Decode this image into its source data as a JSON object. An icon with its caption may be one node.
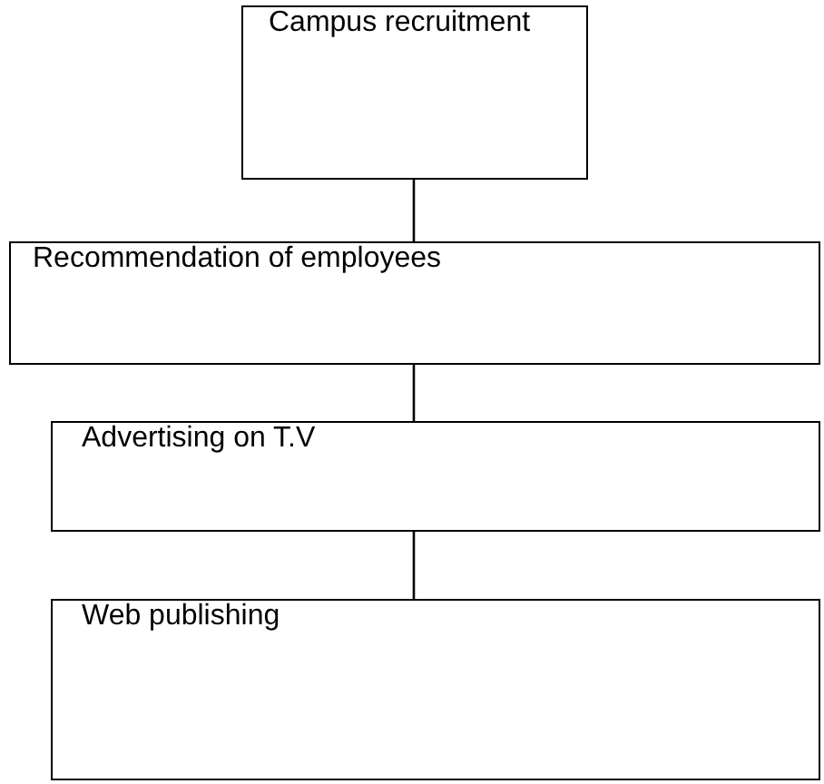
{
  "diagram": {
    "nodes": [
      {
        "text": [
          "Campus recruitment"
        ]
      },
      {
        "text": [
          "Recommendation of employees"
        ]
      },
      {
        "text": [
          "Advertising on T.V"
        ]
      },
      {
        "text": [
          "Web publishing"
        ]
      }
    ],
    "edges": [
      {
        "from": 0,
        "to": 1,
        "arrow": "none"
      },
      {
        "from": 1,
        "to": 2,
        "arrow": "none"
      },
      {
        "from": 2,
        "to": 3,
        "arrow": "none"
      }
    ]
  }
}
